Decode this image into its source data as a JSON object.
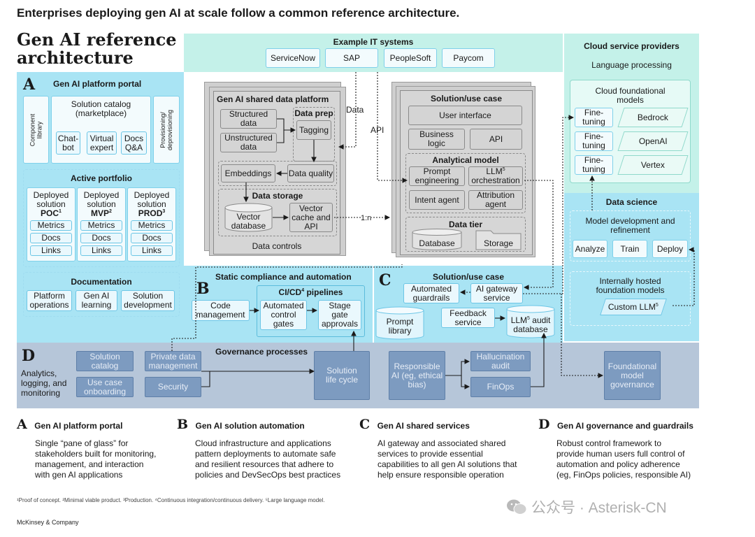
{
  "headline": "Enterprises deploying gen AI at scale follow a common reference architecture.",
  "title": "Gen AI reference\narchitecture",
  "it_systems": {
    "title": "Example IT systems",
    "items": [
      "ServiceNow",
      "SAP",
      "PeopleSoft",
      "Paycom"
    ]
  },
  "section_a": {
    "letter": "A",
    "title": "Gen AI platform portal",
    "component_library": "Component\nlibrary",
    "solution_catalog": "Solution catalog\n(marketplace)",
    "catalog_items": [
      "Chat-\nbot",
      "Virtual\nexpert",
      "Docs\nQ&A"
    ],
    "provisioning": "Provisioning/\ndeprovisioning",
    "active_portfolio": "Active portfolio",
    "deployed": [
      {
        "label": "Deployed\nsolution",
        "stage": "POC",
        "sup": "1"
      },
      {
        "label": "Deployed\nsolution",
        "stage": "MVP",
        "sup": "2"
      },
      {
        "label": "Deployed\nsolution",
        "stage": "PROD",
        "sup": "3"
      }
    ],
    "deployed_items": [
      "Metrics",
      "Docs",
      "Links"
    ],
    "documentation": "Documentation",
    "doc_items": [
      "Platform\noperations",
      "Gen AI\nlearning",
      "Solution\ndevelopment"
    ]
  },
  "shared_data": {
    "title": "Gen AI shared data platform",
    "structured": "Structured\ndata",
    "unstructured": "Unstructured\ndata",
    "data_prep": "Data prep",
    "tagging": "Tagging",
    "embeddings": "Embeddings",
    "data_quality": "Data quality",
    "data_storage": "Data storage",
    "vector_db": "Vector\ndatabase",
    "vector_cache": "Vector\ncache and\nAPI",
    "data_controls": "Data controls",
    "label_data": "Data",
    "label_api": "API",
    "label_1n": "1:n"
  },
  "solution_use_case": {
    "title": "Solution/use case",
    "user_interface": "User interface",
    "business_logic": "Business\nlogic",
    "api": "API",
    "analytical_model": "Analytical model",
    "prompt_engineering": "Prompt\nengineering",
    "llm_orchestration": "LLM",
    "llm_orchestration_suffix": "orchestration",
    "llm_sup": "5",
    "intent_agent": "Intent agent",
    "attribution_agent": "Attribution\nagent",
    "data_tier": "Data tier",
    "database": "Database",
    "storage": "Storage"
  },
  "cloud": {
    "title": "Cloud service providers",
    "subtitle": "Language processing",
    "foundational": "Cloud foundational\nmodels",
    "fine_tuning": "Fine-\ntuning",
    "models": [
      "Bedrock",
      "OpenAI",
      "Vertex"
    ]
  },
  "data_science": {
    "title": "Data science",
    "model_dev": "Model development and\nrefinement",
    "items": [
      "Analyze",
      "Train",
      "Deploy"
    ],
    "hosted": "Internally hosted\nfoundation models",
    "custom_llm": "Custom LLM",
    "custom_sup": "5"
  },
  "section_b": {
    "letter": "B",
    "title": "Static compliance and automation",
    "cicd": "CI/CD",
    "cicd_sup": "4",
    "cicd_suffix": " pipelines",
    "code_mgmt": "Code\nmanagement",
    "auto_gates": "Automated\ncontrol\ngates",
    "stage_gate": "Stage\ngate\napprovals"
  },
  "section_c": {
    "letter": "C",
    "title": "Solution/use case",
    "auto_guard": "Automated\nguardrails",
    "ai_gateway": "AI gateway\nservice",
    "prompt_lib": "Prompt\nlibrary",
    "feedback": "Feedback\nservice",
    "llm_audit": "LLM",
    "llm_audit_suffix": " audit\ndatabase",
    "llm_audit_sup": "5"
  },
  "section_d": {
    "letter": "D",
    "title": "Analytics,\nlogging, and\nmonitoring",
    "governance": "Governance processes",
    "solution_catalog": "Solution\ncatalog",
    "use_case_onboarding": "Use case\nonboarding",
    "private_data": "Private data\nmanagement",
    "security": "Security",
    "life_cycle": "Solution\nlife cycle",
    "responsible_ai": "Responsible\nAI (eg, ethical\nbias)",
    "hallucination": "Hallucination\naudit",
    "finops": "FinOps",
    "foundational_gov": "Foundational\nmodel\ngovernance"
  },
  "legend": [
    {
      "letter": "A",
      "title": "Gen AI platform portal",
      "text": "Single “pane of glass” for\nstakeholders built for monitoring,\nmanagement, and interaction\nwith gen AI applications"
    },
    {
      "letter": "B",
      "title": "Gen AI solution automation",
      "text": "Cloud infrastructure and applications\npattern deployments to automate safe\nand resilient resources that adhere to\npolicies and DevSecOps best practices"
    },
    {
      "letter": "C",
      "title": "Gen AI shared services",
      "text": "AI gateway and associated shared\nservices to provide essential\ncapabilities to all gen AI solutions that\nhelp ensure responsible operation"
    },
    {
      "letter": "D",
      "title": "Gen AI governance and guardrails",
      "text": "Robust control framework to\nprovide human users full control of\nautomation and policy adherence\n(eg, FinOps policies, responsible AI)"
    }
  ],
  "footnotes": "¹Proof of concept. ²Minimal viable product. ³Production. ⁴Continuous integration/continuous delivery. ⁵Large language model.",
  "brand": "McKinsey & Company",
  "watermark": "公众号 · Asterisk-CN",
  "colors": {
    "light_blue": "#a9e4f4",
    "mint": "#c4f1e9",
    "slate": "#b6c6d9",
    "grey": "#d4d4d4"
  }
}
